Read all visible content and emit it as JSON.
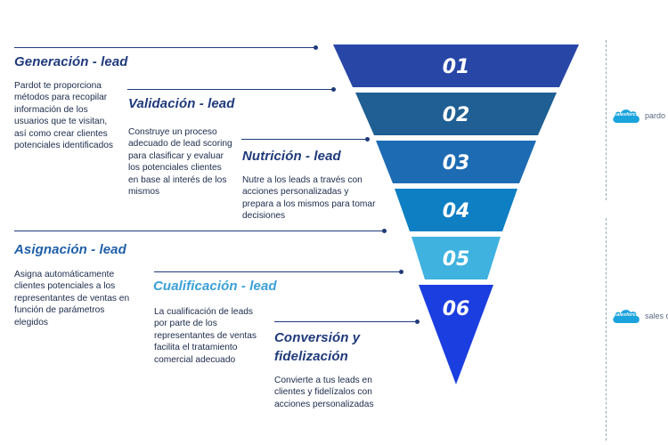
{
  "stages": [
    {
      "number": "01",
      "title": "Generación - lead",
      "description": "Pardot te proporciona métodos para recopilar información de los usuarios que te visitan, así como crear clientes potenciales identificados",
      "color": "#2746a6",
      "title_color": "#1f3a7a"
    },
    {
      "number": "02",
      "title": "Validación - lead",
      "description": "Construye un proceso adecuado de lead scoring para clasificar y evaluar los potenciales clientes en base al interés de los mismos",
      "color": "#1f5f93",
      "title_color": "#1f3a7a"
    },
    {
      "number": "03",
      "title": "Nutrición - lead",
      "description": "Nutre a los leads a través con acciones personalizadas y prepara a los mismos para tomar decisiones",
      "color": "#1d6bb3",
      "title_color": "#1f3a7a"
    },
    {
      "number": "04",
      "title": "Asignación - lead",
      "description": "Asigna automáticamente clientes potenciales a los representantes de ventas en función de parámetros elegidos",
      "color": "#0f7fc4",
      "title_color": "#1f5fa8"
    },
    {
      "number": "05",
      "title": "Cualificación - lead",
      "description": "La cualificación de leads por parte de los representantes de ventas facilita el tratamiento comercial adecuado",
      "color": "#3fb2e0",
      "title_color": "#3aa0d8"
    },
    {
      "number": "06",
      "title": "Conversión y fidelización",
      "description": "Convierte a tus leads en clientes y fidelízalos con acciones personalizadas",
      "color": "#1b3ee0",
      "title_color": "#1f3a7a"
    }
  ],
  "brands": [
    {
      "logo_text": "salesforce",
      "product": "pardo",
      "cloud_color": "#1aa3dd"
    },
    {
      "logo_text": "salesforce",
      "product": "sales cl",
      "cloud_color": "#1aa3dd"
    }
  ],
  "accent_color": "#1f3a7a"
}
